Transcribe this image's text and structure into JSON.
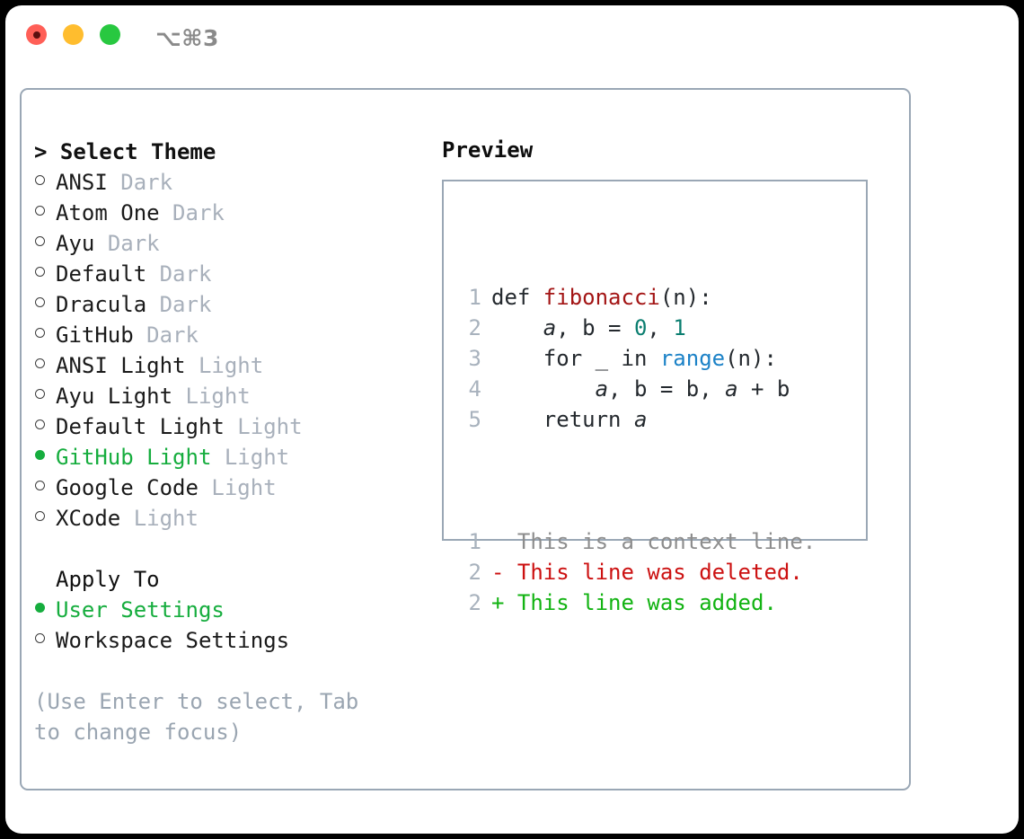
{
  "titlebar": {
    "shortcut": "⌥⌘3",
    "lights": [
      {
        "name": "close",
        "color": "#ff5f57"
      },
      {
        "name": "minimize",
        "color": "#ffbd2e"
      },
      {
        "name": "zoom",
        "color": "#28c840"
      }
    ]
  },
  "theme_list": {
    "header": "> Select Theme",
    "items": [
      {
        "label": "ANSI",
        "tag": "Dark",
        "selected": false
      },
      {
        "label": "Atom One",
        "tag": "Dark",
        "selected": false
      },
      {
        "label": "Ayu",
        "tag": "Dark",
        "selected": false
      },
      {
        "label": "Default",
        "tag": "Dark",
        "selected": false
      },
      {
        "label": "Dracula",
        "tag": "Dark",
        "selected": false
      },
      {
        "label": "GitHub",
        "tag": "Dark",
        "selected": false
      },
      {
        "label": "ANSI Light",
        "tag": "Light",
        "selected": false
      },
      {
        "label": "Ayu Light",
        "tag": "Light",
        "selected": false
      },
      {
        "label": "Default Light",
        "tag": "Light",
        "selected": false
      },
      {
        "label": "GitHub Light",
        "tag": "Light",
        "selected": true
      },
      {
        "label": "Google Code",
        "tag": "Light",
        "selected": false
      },
      {
        "label": "XCode",
        "tag": "Light",
        "selected": false
      }
    ]
  },
  "apply_to": {
    "title": "Apply To",
    "items": [
      {
        "label": "User Settings",
        "selected": true
      },
      {
        "label": "Workspace Settings",
        "selected": false
      }
    ]
  },
  "hint": "(Use Enter to select, Tab to change focus)",
  "preview": {
    "title": "Preview",
    "code_lines": [
      {
        "num": "1",
        "tokens": [
          {
            "text": "def ",
            "kind": "plain"
          },
          {
            "text": "fibonacci",
            "kind": "func"
          },
          {
            "text": "(n):",
            "kind": "plain"
          }
        ]
      },
      {
        "num": "2",
        "tokens": [
          {
            "text": "    ",
            "kind": "plain"
          },
          {
            "text": "a",
            "kind": "ital"
          },
          {
            "text": ", b = ",
            "kind": "plain"
          },
          {
            "text": "0",
            "kind": "num"
          },
          {
            "text": ", ",
            "kind": "plain"
          },
          {
            "text": "1",
            "kind": "num"
          }
        ]
      },
      {
        "num": "3",
        "tokens": [
          {
            "text": "    for _ in ",
            "kind": "plain"
          },
          {
            "text": "range",
            "kind": "builtin"
          },
          {
            "text": "(n):",
            "kind": "plain"
          }
        ]
      },
      {
        "num": "4",
        "tokens": [
          {
            "text": "        ",
            "kind": "plain"
          },
          {
            "text": "a",
            "kind": "ital"
          },
          {
            "text": ", b = b, ",
            "kind": "plain"
          },
          {
            "text": "a",
            "kind": "ital"
          },
          {
            "text": " + b",
            "kind": "plain"
          }
        ]
      },
      {
        "num": "5",
        "tokens": [
          {
            "text": "    return ",
            "kind": "plain"
          },
          {
            "text": "a",
            "kind": "ital"
          }
        ]
      }
    ],
    "diff_lines": [
      {
        "num": "1",
        "marker": " ",
        "text": " This is a context line.",
        "kind": "ctx"
      },
      {
        "num": "2",
        "marker": "-",
        "text": " This line was deleted.",
        "kind": "del"
      },
      {
        "num": "2",
        "marker": "+",
        "text": " This line was added.",
        "kind": "add"
      }
    ]
  },
  "colors": {
    "accent_green": "#16ad3e",
    "muted": "#a8b0bb",
    "border": "#9aa7b5",
    "func_red": "#a31515",
    "number_teal": "#0b7e70",
    "builtin_blue": "#1c82c7",
    "diff_add": "#12b312",
    "diff_del": "#cc1111"
  }
}
